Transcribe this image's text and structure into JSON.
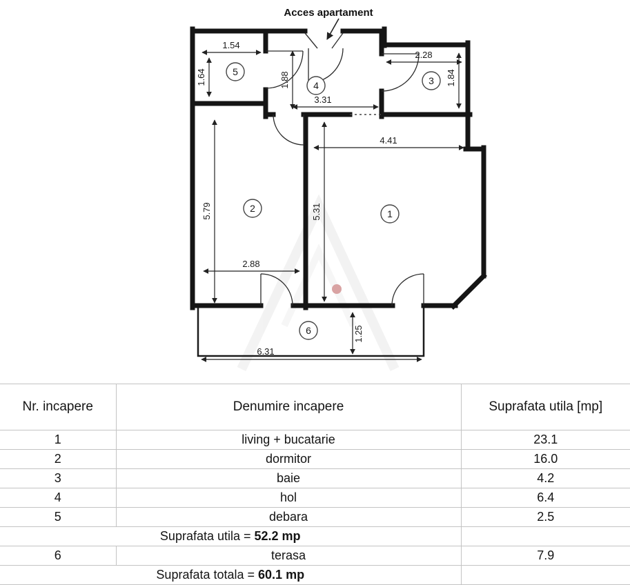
{
  "floorplan": {
    "access_label": "Acces apartament",
    "dot_color": "#d9a3a3",
    "rooms": [
      {
        "n": "1"
      },
      {
        "n": "2"
      },
      {
        "n": "3"
      },
      {
        "n": "4"
      },
      {
        "n": "5"
      },
      {
        "n": "6"
      }
    ],
    "dimensions": {
      "debara_w": "1.54",
      "debara_h": "1.64",
      "hol_h": "1.88",
      "hol_w": "3.31",
      "baie_w": "2.28",
      "baie_h": "1.84",
      "living_w": "4.41",
      "living_h": "5.31",
      "dormitor_h": "5.79",
      "dormitor_w": "2.88",
      "terasa_h": "1.25",
      "terasa_w": "6.31"
    }
  },
  "table": {
    "headers": [
      "Nr. incapere",
      "Denumire incapere",
      "Suprafata utila [mp]"
    ],
    "rows": [
      {
        "nr": "1",
        "name": "living + bucatarie",
        "area": "23.1"
      },
      {
        "nr": "2",
        "name": "dormitor",
        "area": "16.0"
      },
      {
        "nr": "3",
        "name": "baie",
        "area": "4.2"
      },
      {
        "nr": "4",
        "name": "hol",
        "area": "6.4"
      },
      {
        "nr": "5",
        "name": "debara",
        "area": "2.5"
      },
      {
        "nr": "6",
        "name": "terasa",
        "area": "7.9"
      }
    ],
    "subtotal_label": "Suprafata utila = ",
    "subtotal_value": "52.2 mp",
    "total_label": "Suprafata totala = ",
    "total_value": "60.1 mp"
  }
}
